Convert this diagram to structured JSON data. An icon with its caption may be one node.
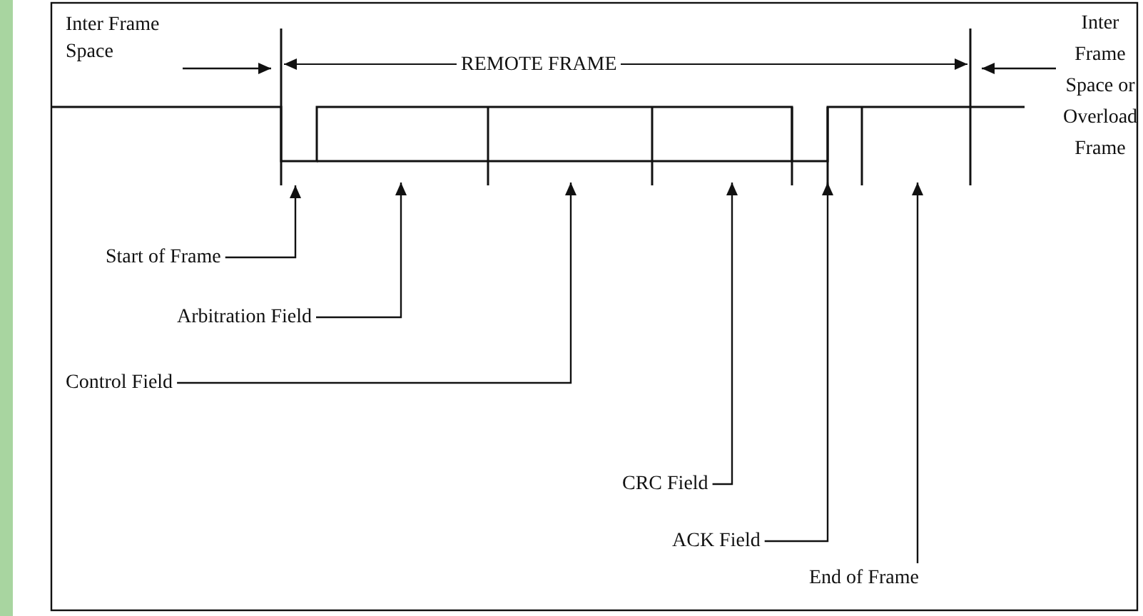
{
  "diagram": {
    "nodes": [
      {
        "text": [
          "Inter Frame Space"
        ]
      },
      {
        "text": [
          "Inter Frame Space or Overload Frame"
        ]
      },
      {
        "text": [
          "Start of Frame"
        ]
      },
      {
        "text": [
          "Arbitration Field"
        ]
      },
      {
        "text": [
          "Control Field"
        ]
      },
      {
        "text": [
          "CRC Field"
        ]
      },
      {
        "text": [
          "ACK Field"
        ]
      },
      {
        "text": [
          "End of Frame"
        ]
      }
    ],
    "edges": [
      {
        "from": 0,
        "to": null,
        "arrow": "to"
      },
      {
        "from": 1,
        "to": null,
        "arrow": "to"
      },
      {
        "from": 2,
        "to": null,
        "arrow": "to"
      },
      {
        "from": 3,
        "to": null,
        "arrow": "to"
      },
      {
        "from": 4,
        "to": null,
        "arrow": "to"
      },
      {
        "from": 5,
        "to": null,
        "arrow": "to"
      },
      {
        "from": 6,
        "to": null,
        "arrow": "to"
      },
      {
        "from": 7,
        "to": null,
        "arrow": "to"
      }
    ],
    "labels": [
      "REMOTE FRAME"
    ]
  }
}
